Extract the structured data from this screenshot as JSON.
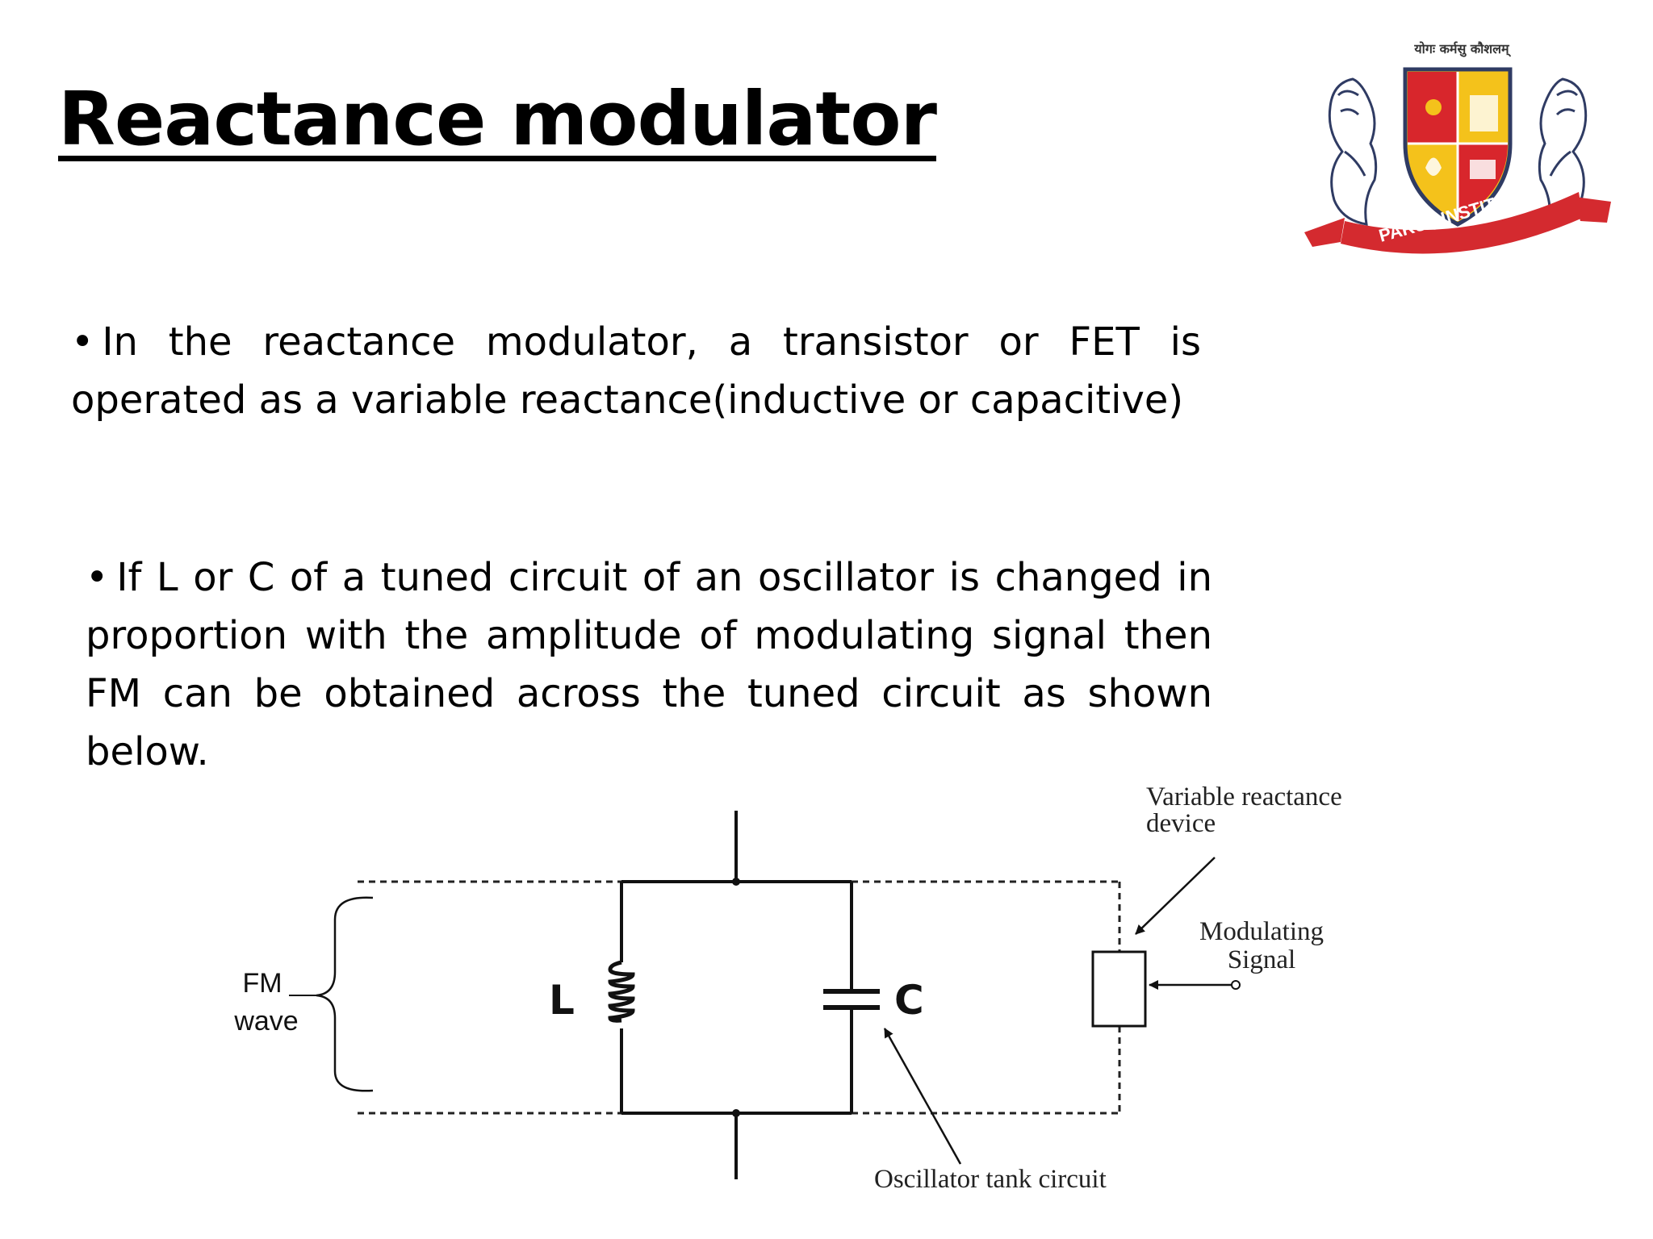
{
  "slide": {
    "title": "Reactance modulator",
    "bullet_marker": "•",
    "bullets": [
      "In the reactance modulator, a transistor or FET is operated as a variable reactance(inductive or capacitive)",
      "If L or C of a tuned circuit of an oscillator is changed in proportion with the amplitude of modulating signal then FM can be obtained across the tuned circuit as shown below."
    ]
  },
  "logo": {
    "motto": "योगः कर्मसु कौशलम्",
    "banner_text": "PARUL INSTITUTE",
    "colors": {
      "red": "#d8262c",
      "yellow": "#f4c21b",
      "ribbon": "#d42a2f"
    }
  },
  "diagram": {
    "fm_wave_label_line1": "FM",
    "fm_wave_label_line2": "wave",
    "inductor_label": "L",
    "capacitor_label": "C",
    "variable_reactance_label_line1": "Variable reactance",
    "variable_reactance_label_line2": "device",
    "modulating_signal_label_line1": "Modulating",
    "modulating_signal_label_line2": "Signal",
    "tank_circuit_label": "Oscillator tank circuit"
  }
}
